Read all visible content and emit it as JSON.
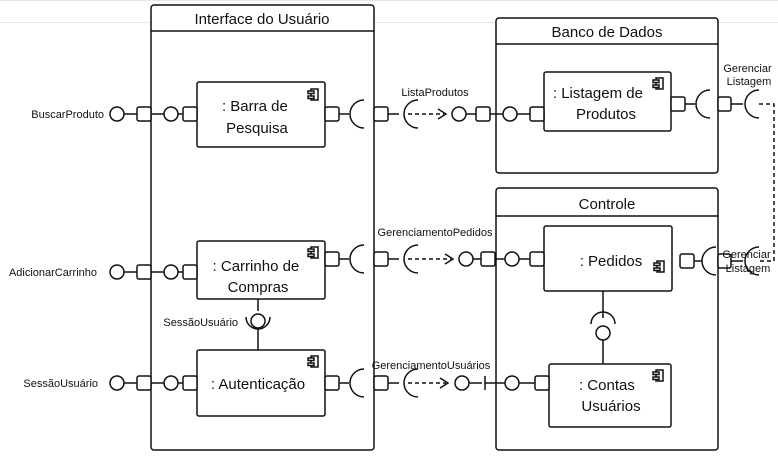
{
  "containers": {
    "ui": "Interface do Usuário",
    "db": "Banco de Dados",
    "ctrl": "Controle"
  },
  "components": {
    "barra": [
      ": Barra de",
      "Pesquisa"
    ],
    "carrinho": [
      ": Carrinho de",
      "Compras"
    ],
    "auth": ": Autenticação",
    "listagem": [
      ": Listagem de",
      "Produtos"
    ],
    "pedidos": ": Pedidos",
    "contas": [
      ": Contas",
      "Usuários"
    ]
  },
  "external_interfaces": {
    "buscar": "BuscarProduto",
    "adicionar": "AdicionarCarrinho",
    "sessao": "SessãoUsuário"
  },
  "connector_labels": {
    "lista": "ListaProdutos",
    "pedidos": "GerenciamentoPedidos",
    "usuarios": "GerenciamentoUsuários",
    "sessao_interna": "SessãoUsuário",
    "gerenciar_top": [
      "Gerenciar",
      "Listagem"
    ],
    "gerenciar_bottom": [
      "Gerenciar",
      "Listagem"
    ]
  }
}
